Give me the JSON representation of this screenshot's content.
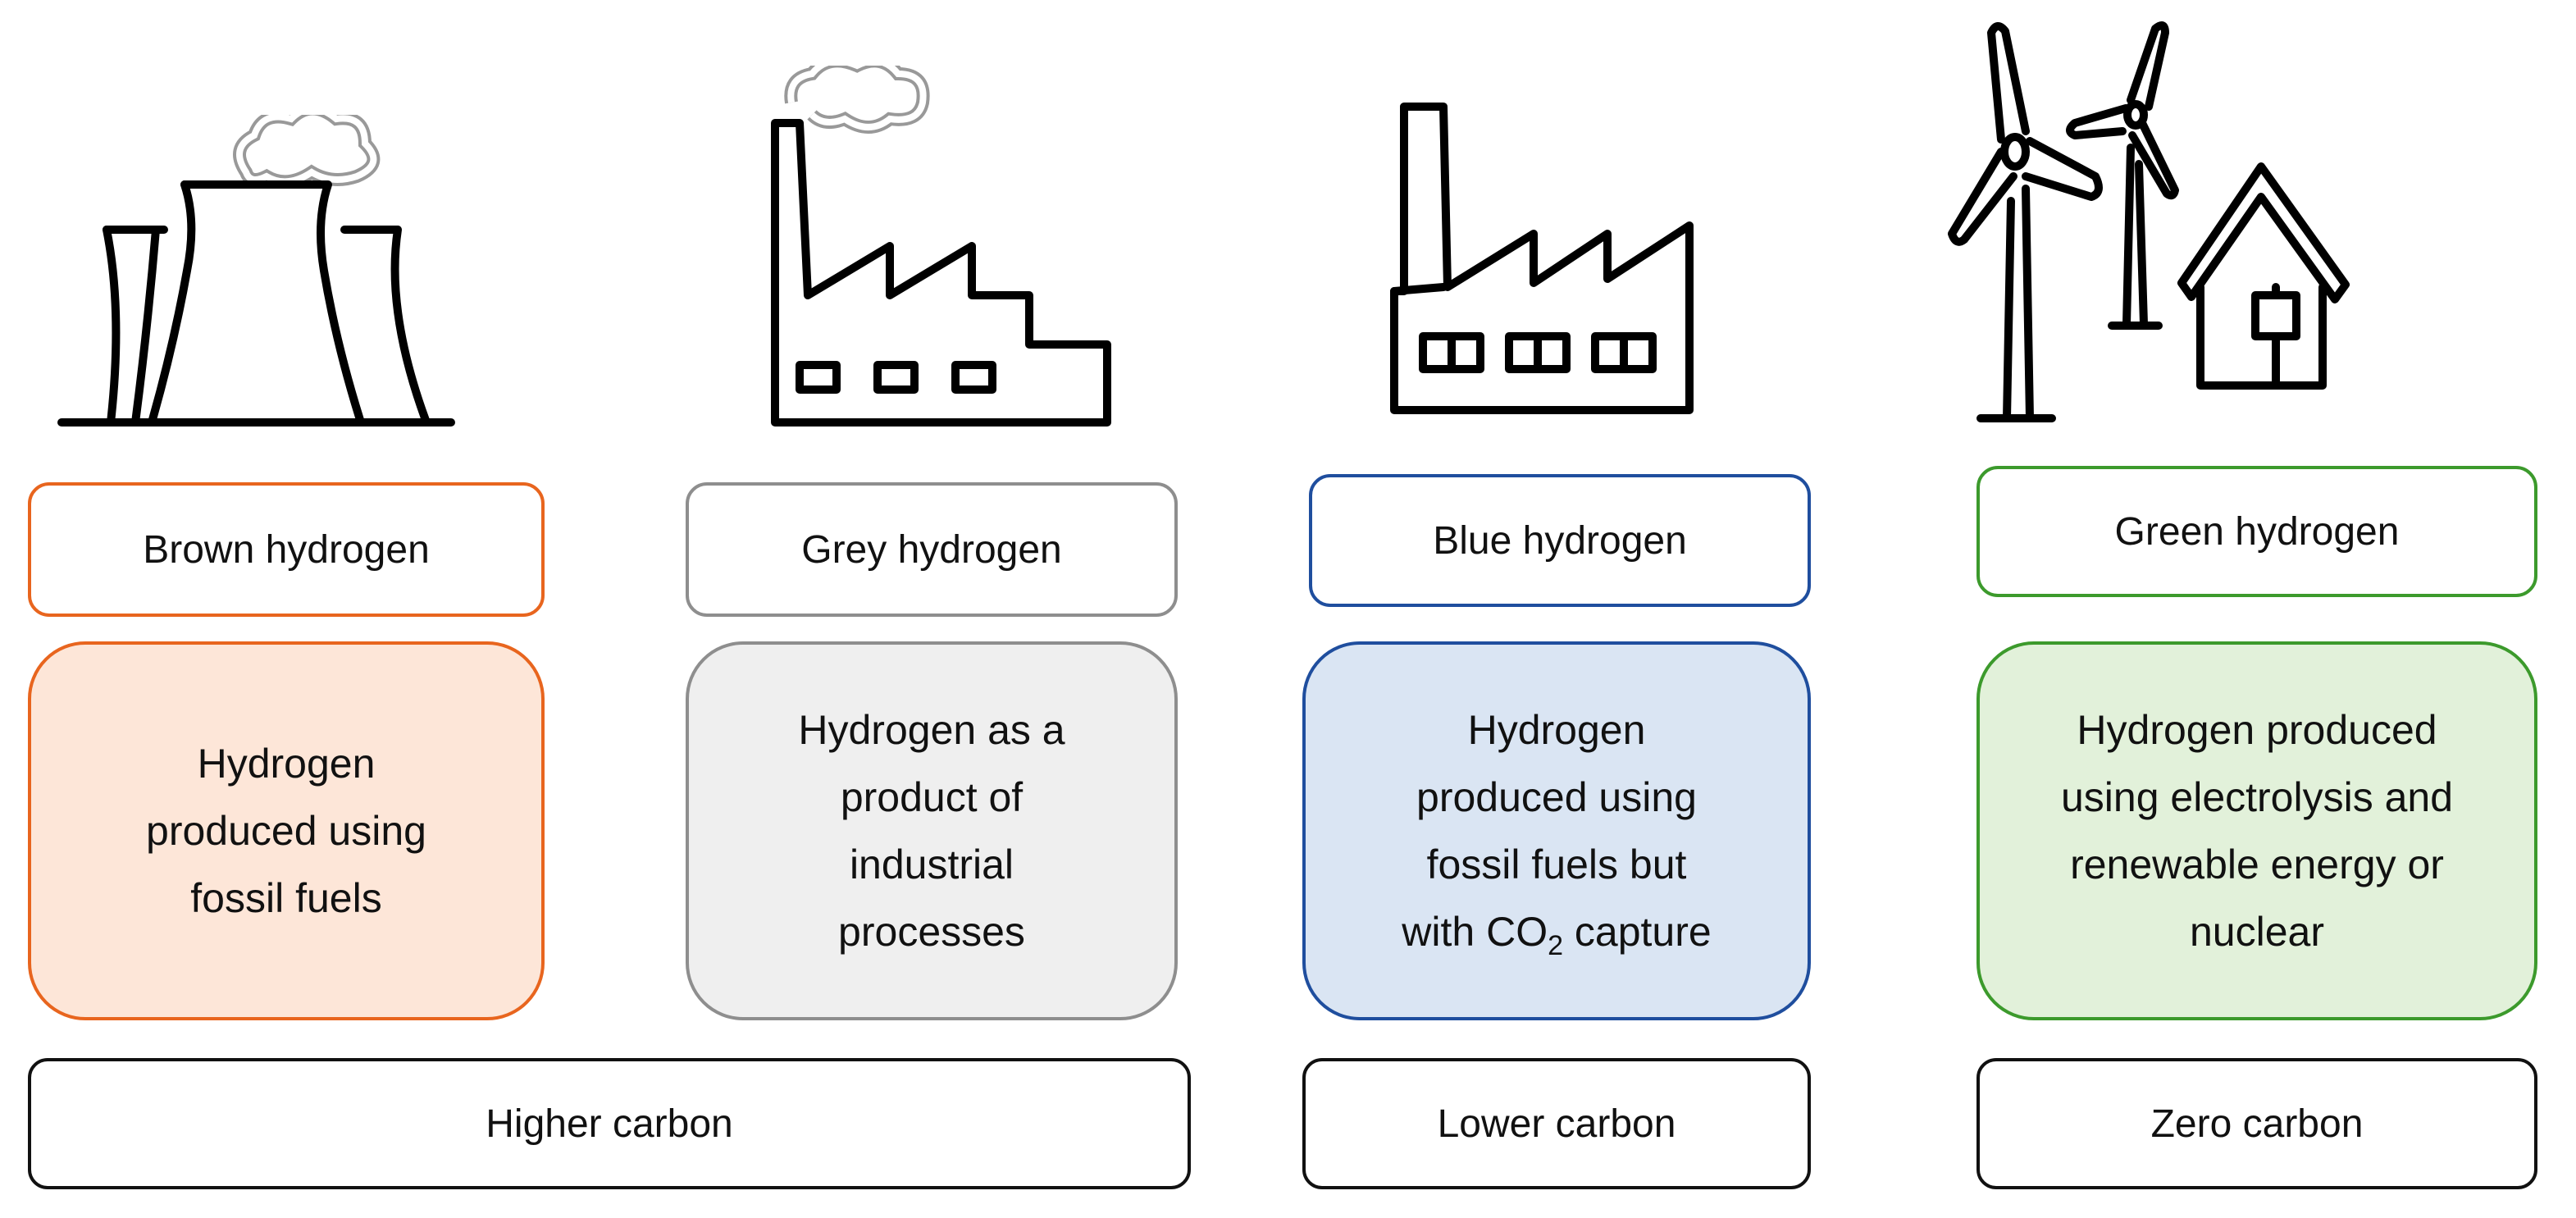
{
  "columns": [
    {
      "id": "brown",
      "label": "Brown hydrogen",
      "description": "Hydrogen produced using fossil fuels",
      "icon": "cooling-tower-icon",
      "border": "#E8651E",
      "fill": "#FDE6D8"
    },
    {
      "id": "grey",
      "label": "Grey hydrogen",
      "description": "Hydrogen as a product of industrial processes",
      "icon": "factory-smoke-icon",
      "border": "#8E8E8E",
      "fill": "#EFEFEF"
    },
    {
      "id": "blue",
      "label": "Blue hydrogen",
      "description_pre": "Hydrogen produced using fossil fuels but with CO",
      "description_sub": "2",
      "description_post": " capture",
      "icon": "factory-icon",
      "border": "#1F4E9E",
      "fill": "#DAE5F3"
    },
    {
      "id": "green",
      "label": "Green hydrogen",
      "description": "Hydrogen produced using electrolysis and renewable energy or nuclear",
      "icon": "wind-turbines-house-icon",
      "border": "#3C9A2C",
      "fill": "#E2F1DA"
    }
  ],
  "carbon": {
    "higher": "Higher carbon",
    "lower": "Lower carbon",
    "zero": "Zero carbon"
  }
}
